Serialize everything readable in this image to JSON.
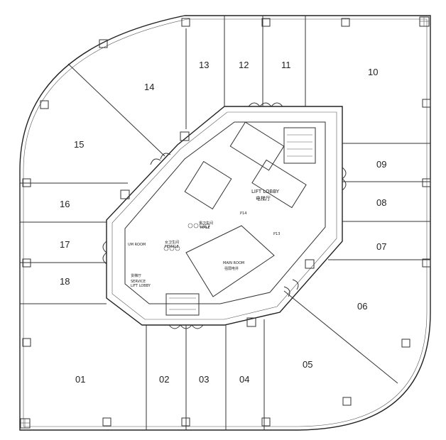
{
  "units": [
    "01",
    "02",
    "03",
    "04",
    "05",
    "06",
    "07",
    "08",
    "09",
    "10",
    "11",
    "12",
    "13",
    "14",
    "15",
    "16",
    "17",
    "18"
  ],
  "core": {
    "lift_lobby_en": "LIFT LOBBY",
    "lift_lobby_cn": "电梯厅",
    "male": "MALE",
    "male_cn": "男卫生间",
    "female": "FEMALE",
    "female_cn": "女卫生间",
    "service_lift_lobby_cn": "货梯厅",
    "service_lift_lobby_en1": "SERVICE",
    "service_lift_lobby_en2": "LIFT LOBBY",
    "p14": "P14",
    "p13": "P13",
    "main_room_en": "MAIN ROOM",
    "main_room_cn": "强弱电井",
    "um_room": "UM ROOM"
  }
}
